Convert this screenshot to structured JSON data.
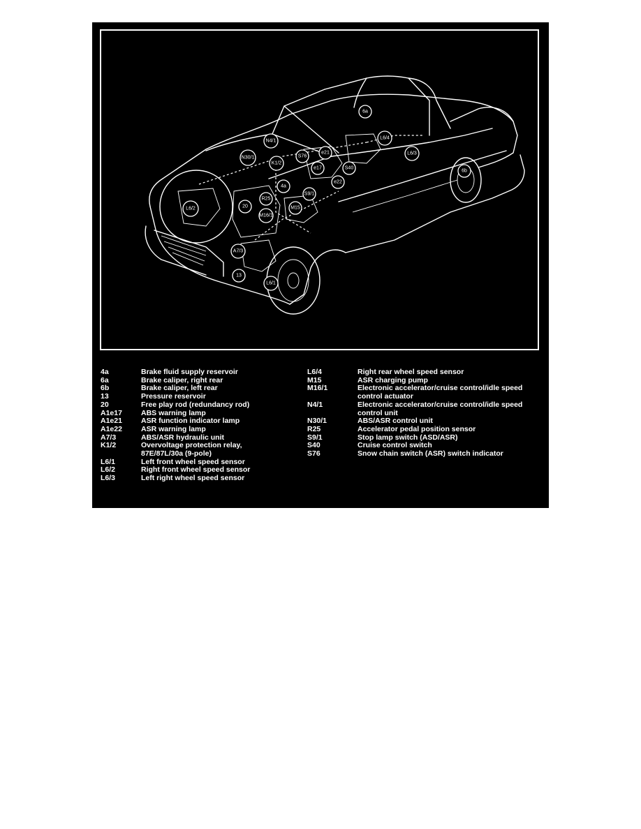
{
  "callouts": [
    "6a",
    "N4/1",
    "L6/4",
    "L6/3",
    "N30/1",
    "S76",
    "e21",
    "K1/2",
    "e17",
    "S40",
    "e22",
    "6b",
    "4a",
    "S9/1",
    "L6/2",
    "R25",
    "20",
    "M15",
    "M16/1",
    "A7/3",
    "13",
    "L6/1"
  ],
  "legend_left": [
    {
      "code": "4a",
      "desc": "Brake fluid supply reservoir"
    },
    {
      "code": "6a",
      "desc": "Brake caliper, right rear"
    },
    {
      "code": "6b",
      "desc": "Brake caliper, left rear"
    },
    {
      "code": "13",
      "desc": "Pressure reservoir"
    },
    {
      "code": "20",
      "desc": "Free play rod (redundancy rod)"
    },
    {
      "code": "A1e17",
      "desc": "ABS warning lamp"
    },
    {
      "code": "A1e21",
      "desc": "ASR function indicator lamp"
    },
    {
      "code": "A1e22",
      "desc": "ASR warning lamp"
    },
    {
      "code": "A7/3",
      "desc": "ABS/ASR hydraulic unit"
    },
    {
      "code": "K1/2",
      "desc": "Overvoltage protection relay,"
    },
    {
      "code": "",
      "desc": "87E/87L/30a (9-pole)"
    },
    {
      "code": "L6/1",
      "desc": "Left front wheel speed sensor"
    },
    {
      "code": "L6/2",
      "desc": "Right front wheel speed sensor"
    },
    {
      "code": "L6/3",
      "desc": "Left right wheel speed sensor"
    }
  ],
  "legend_right": [
    {
      "code": "L6/4",
      "desc": "Right rear wheel speed sensor"
    },
    {
      "code": "M15",
      "desc": "ASR charging pump"
    },
    {
      "code": "M16/1",
      "desc": "Electronic accelerator/cruise control/idle speed"
    },
    {
      "code": "",
      "desc": "control actuator"
    },
    {
      "code": "N4/1",
      "desc": "Electronic accelerator/cruise control/idle speed"
    },
    {
      "code": "",
      "desc": "control unit"
    },
    {
      "code": "N30/1",
      "desc": "ABS/ASR control unit"
    },
    {
      "code": "R25",
      "desc": "Accelerator pedal position sensor"
    },
    {
      "code": "S9/1",
      "desc": "Stop lamp switch (ASD/ASR)"
    },
    {
      "code": "S40",
      "desc": "Cruise control switch"
    },
    {
      "code": "S76",
      "desc": "Snow chain switch (ASR) switch indicator"
    }
  ]
}
